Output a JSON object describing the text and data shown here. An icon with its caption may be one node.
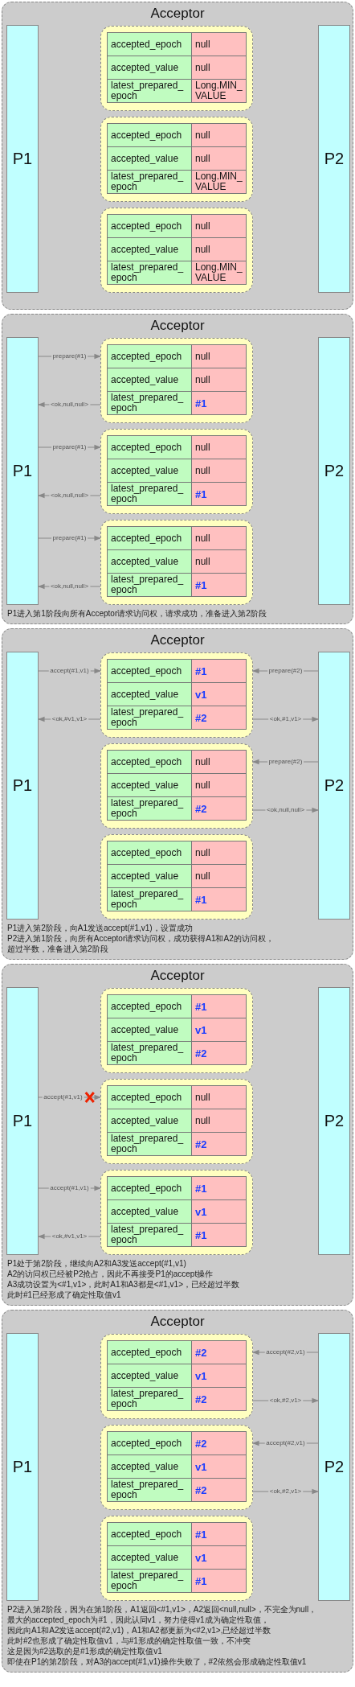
{
  "diagram": {
    "nodes": [
      {
        "text": [
          "Acceptor"
        ]
      },
      {
        "text": [
          "P1"
        ],
        "in": 0
      },
      {
        "text": [],
        "shape": "box",
        "in": 0
      },
      {
        "text": [
          "accepted_epoch"
        ],
        "in": 2
      },
      {
        "text": [
          "null"
        ],
        "in": 2
      },
      {
        "text": [
          "accepted_value"
        ],
        "in": 2
      },
      {
        "text": [
          "null"
        ],
        "in": 2
      },
      {
        "text": [
          "latest_prepared_ epoch"
        ],
        "in": 2
      },
      {
        "text": [
          "Long.MIN_ VALUE"
        ],
        "in": 2
      },
      {
        "text": [],
        "shape": "box",
        "in": 0
      },
      {
        "text": [
          "accepted_epoch"
        ],
        "in": 9
      },
      {
        "text": [
          "null"
        ],
        "in": 9
      },
      {
        "text": [
          "accepted_value"
        ],
        "in": 9
      },
      {
        "text": [
          "null"
        ],
        "in": 9
      },
      {
        "text": [
          "latest_prepared_ epoch"
        ],
        "in": 9
      },
      {
        "text": [
          "Long.MIN_ VALUE"
        ],
        "in": 9
      },
      {
        "text": [],
        "shape": "box",
        "in": 0
      },
      {
        "text": [
          "accepted_epoch"
        ],
        "in": 16
      },
      {
        "text": [
          "null"
        ],
        "in": 16
      },
      {
        "text": [
          "accepted_value"
        ],
        "in": 16
      },
      {
        "text": [
          "null"
        ],
        "in": 16
      },
      {
        "text": [
          "latest_prepared_ epoch"
        ],
        "in": 16
      },
      {
        "text": [
          "Long.MIN_ VALUE"
        ],
        "in": 16
      },
      {
        "text": [
          "P2"
        ],
        "in": 0
      },
      {
        "text": [
          "Acceptor",
          "P1进入第1阶段向所有Acceptor请求访问权，请求成功，准备进入第2阶段"
        ]
      },
      {
        "text": [
          "P1"
        ],
        "in": 24
      },
      {
        "text": [],
        "shape": "box",
        "in": 24
      },
      {
        "text": [
          "accepted_epoch"
        ],
        "in": 26
      },
      {
        "text": [
          "null"
        ],
        "in": 26
      },
      {
        "text": [
          "accepted_value"
        ],
        "in": 26
      },
      {
        "text": [
          "null"
        ],
        "in": 26
      },
      {
        "text": [
          "latest_prepared_ epoch"
        ],
        "in": 26
      },
      {
        "text": [
          "#1"
        ],
        "in": 26
      },
      {
        "text": [],
        "shape": "box",
        "in": 24
      },
      {
        "text": [
          "accepted_epoch"
        ],
        "in": 33
      },
      {
        "text": [
          "null"
        ],
        "in": 33
      },
      {
        "text": [
          "accepted_value"
        ],
        "in": 33
      },
      {
        "text": [
          "null"
        ],
        "in": 33
      },
      {
        "text": [
          "latest_prepared_ epoch"
        ],
        "in": 33
      },
      {
        "text": [
          "#1"
        ],
        "in": 33
      },
      {
        "text": [],
        "shape": "box",
        "in": 24
      },
      {
        "text": [
          "accepted_epoch"
        ],
        "in": 40
      },
      {
        "text": [
          "null"
        ],
        "in": 40
      },
      {
        "text": [
          "accepted_value"
        ],
        "in": 40
      },
      {
        "text": [
          "null"
        ],
        "in": 40
      },
      {
        "text": [
          "latest_prepared_ epoch"
        ],
        "in": 40
      },
      {
        "text": [
          "#1"
        ],
        "in": 40
      },
      {
        "text": [
          "P2"
        ],
        "in": 24
      },
      {
        "text": [
          "Acceptor",
          "P1进入第2阶段，向A1发送accept(#1,v1)，设置成功",
          "P2进入第1阶段，向所有Acceptor请求访问权，成功获得A1和A2的访问权，超过半数，准备进入第2阶段"
        ]
      },
      {
        "text": [
          "P1"
        ],
        "in": 48
      },
      {
        "text": [],
        "shape": "box",
        "in": 48
      },
      {
        "text": [
          "accepted_epoch"
        ],
        "in": 50
      },
      {
        "text": [
          "#1"
        ],
        "in": 50
      },
      {
        "text": [
          "accepted_value"
        ],
        "in": 50
      },
      {
        "text": [
          "v1"
        ],
        "in": 50
      },
      {
        "text": [
          "latest_prepared_ epoch"
        ],
        "in": 50
      },
      {
        "text": [
          "#2"
        ],
        "in": 50
      },
      {
        "text": [],
        "shape": "box",
        "in": 48
      },
      {
        "text": [
          "accepted_epoch"
        ],
        "in": 57
      },
      {
        "text": [
          "null"
        ],
        "in": 57
      },
      {
        "text": [
          "accepted_value"
        ],
        "in": 57
      },
      {
        "text": [
          "null"
        ],
        "in": 57
      },
      {
        "text": [
          "latest_prepared_ epoch"
        ],
        "in": 57
      },
      {
        "text": [
          "#2"
        ],
        "in": 57
      },
      {
        "text": [],
        "shape": "box",
        "in": 48
      },
      {
        "text": [
          "accepted_epoch"
        ],
        "in": 64
      },
      {
        "text": [
          "null"
        ],
        "in": 64
      },
      {
        "text": [
          "accepted_value"
        ],
        "in": 64
      },
      {
        "text": [
          "null"
        ],
        "in": 64
      },
      {
        "text": [
          "latest_prepared_ epoch"
        ],
        "in": 64
      },
      {
        "text": [
          "#1"
        ],
        "in": 64
      },
      {
        "text": [
          "P2"
        ],
        "in": 48
      },
      {
        "text": [
          "Acceptor",
          "P1处于第2阶段，继续向A2和A3发送accept(#1,v1)",
          "A2的访问权已经被P2抢占，因此不再接受P1的accept操作",
          "A3成功设置为<#1,v1>，此时A1和A3都是<#1,v1>，已经超过半数",
          "此时#1已经形成了确定性取值v1"
        ]
      },
      {
        "text": [
          "P1"
        ],
        "in": 72
      },
      {
        "text": [],
        "shape": "box",
        "in": 72
      },
      {
        "text": [
          "accepted_epoch"
        ],
        "in": 74
      },
      {
        "text": [
          "#1"
        ],
        "in": 74
      },
      {
        "text": [
          "accepted_value"
        ],
        "in": 74
      },
      {
        "text": [
          "v1"
        ],
        "in": 74
      },
      {
        "text": [
          "latest_prepared_ epoch"
        ],
        "in": 74
      },
      {
        "text": [
          "#2"
        ],
        "in": 74
      },
      {
        "text": [],
        "shape": "box",
        "in": 72
      },
      {
        "text": [
          "accepted_epoch"
        ],
        "in": 81
      },
      {
        "text": [
          "null"
        ],
        "in": 81
      },
      {
        "text": [
          "accepted_value"
        ],
        "in": 81
      },
      {
        "text": [
          "null"
        ],
        "in": 81
      },
      {
        "text": [
          "latest_prepared_ epoch"
        ],
        "in": 81
      },
      {
        "text": [
          "#2"
        ],
        "in": 81
      },
      {
        "text": [],
        "shape": "box",
        "in": 72
      },
      {
        "text": [
          "accepted_epoch"
        ],
        "in": 88
      },
      {
        "text": [
          "#1"
        ],
        "in": 88
      },
      {
        "text": [
          "accepted_value"
        ],
        "in": 88
      },
      {
        "text": [
          "v1"
        ],
        "in": 88
      },
      {
        "text": [
          "latest_prepared_ epoch"
        ],
        "in": 88
      },
      {
        "text": [
          "#1"
        ],
        "in": 88
      },
      {
        "text": [
          "P2"
        ],
        "in": 72
      },
      {
        "text": [
          "Acceptor",
          "P2进入第2阶段，因为在第1阶段，A1返回<#1,v1>，A2返回<null,null>，不完全为null，",
          "最大的accepted_epoch为#1，因此认同v1，努力使得v1成为确定性取值，",
          "因此向A1和A2发送accept(#2,v1)，A1和A2都更新为<#2,v1>,已经超过半数",
          "此时#2也形成了确定性取值v1，与#1形成的确定性取值一致，不冲突",
          "这是因为#2选取的是#1形成的确定性取值v1",
          "即使在P1的第2阶段，对A3的accept(#1,v1)操作失败了，#2依然会形成确定性取值v1"
        ]
      },
      {
        "text": [
          "P1"
        ],
        "in": 96
      },
      {
        "text": [],
        "shape": "box",
        "in": 96
      },
      {
        "text": [
          "accepted_epoch"
        ],
        "in": 98
      },
      {
        "text": [
          "#2"
        ],
        "in": 98
      },
      {
        "text": [
          "accepted_value"
        ],
        "in": 98
      },
      {
        "text": [
          "v1"
        ],
        "in": 98
      },
      {
        "text": [
          "latest_prepared_ epoch"
        ],
        "in": 98
      },
      {
        "text": [
          "#2"
        ],
        "in": 98
      },
      {
        "text": [],
        "shape": "box",
        "in": 96
      },
      {
        "text": [
          "accepted_epoch"
        ],
        "in": 105
      },
      {
        "text": [
          "#2"
        ],
        "in": 105
      },
      {
        "text": [
          "accepted_value"
        ],
        "in": 105
      },
      {
        "text": [
          "v1"
        ],
        "in": 105
      },
      {
        "text": [
          "latest_prepared_ epoch"
        ],
        "in": 105
      },
      {
        "text": [
          "#2"
        ],
        "in": 105
      },
      {
        "text": [],
        "shape": "box",
        "in": 96
      },
      {
        "text": [
          "accepted_epoch"
        ],
        "in": 112
      },
      {
        "text": [
          "#1"
        ],
        "in": 112
      },
      {
        "text": [
          "accepted_value"
        ],
        "in": 112
      },
      {
        "text": [
          "v1"
        ],
        "in": 112
      },
      {
        "text": [
          "latest_prepared_ epoch"
        ],
        "in": 112
      },
      {
        "text": [
          "#1"
        ],
        "in": 112
      },
      {
        "text": [
          "P2"
        ],
        "in": 96
      }
    ],
    "edges": [
      {
        "from": 25,
        "to": 26,
        "arrow": "to",
        "label": "prepare(#1)"
      },
      {
        "from": 26,
        "to": 25,
        "arrow": "to",
        "label": "<ok,null,null>"
      },
      {
        "from": 25,
        "to": 33,
        "arrow": "to",
        "label": "prepare(#1)"
      },
      {
        "from": 33,
        "to": 25,
        "arrow": "to",
        "label": "<ok,null,null>"
      },
      {
        "from": 25,
        "to": 40,
        "arrow": "to",
        "label": "prepare(#1)"
      },
      {
        "from": 40,
        "to": 25,
        "arrow": "to",
        "label": "<ok,null,null>"
      },
      {
        "from": 49,
        "to": 50,
        "arrow": "to",
        "label": "accept(#1,v1)"
      },
      {
        "from": 50,
        "to": 49,
        "arrow": "to",
        "label": "<ok,#v1,v1>"
      },
      {
        "from": 71,
        "to": 50,
        "arrow": "to",
        "label": "prepare(#2)"
      },
      {
        "from": 50,
        "to": 71,
        "arrow": "to",
        "label": "<ok,#1,v1>"
      },
      {
        "from": 71,
        "to": 57,
        "arrow": "to",
        "label": "prepare(#2)"
      },
      {
        "from": 57,
        "to": 71,
        "arrow": "to",
        "label": "<ok,null,null>"
      },
      {
        "from": 73,
        "to": 81,
        "arrow": "to",
        "label": "accept(#1,v1)"
      },
      {
        "from": 73,
        "to": 88,
        "arrow": "to",
        "label": "accept(#1,v1)"
      },
      {
        "from": 88,
        "to": 73,
        "arrow": "to",
        "label": "<ok,#v1,v1>"
      },
      {
        "from": 119,
        "to": 98,
        "arrow": "to",
        "label": "accept(#2,v1)"
      },
      {
        "from": 98,
        "to": 119,
        "arrow": "to",
        "label": "<ok,#2,v1>"
      },
      {
        "from": 119,
        "to": 105,
        "arrow": "to",
        "label": "accept(#2,v1)"
      },
      {
        "from": 105,
        "to": 119,
        "arrow": "to",
        "label": "<ok,#2,v1>"
      }
    ]
  }
}
